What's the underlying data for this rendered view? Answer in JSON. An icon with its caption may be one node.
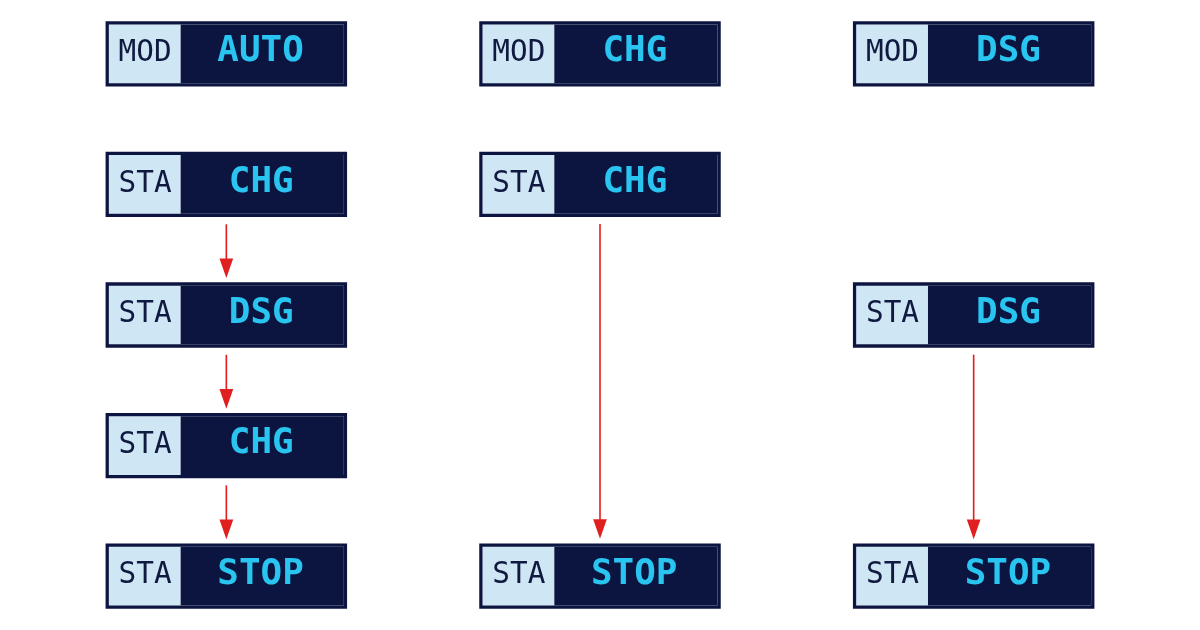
{
  "diagram": {
    "nodes": [
      {
        "text": [
          "MOD",
          "AUTO"
        ]
      },
      {
        "text": [
          "MOD",
          "CHG"
        ]
      },
      {
        "text": [
          "MOD",
          "DSG"
        ]
      },
      {
        "text": [
          "STA",
          "CHG"
        ]
      },
      {
        "text": [
          "STA",
          "DSG"
        ]
      },
      {
        "text": [
          "STA",
          "CHG"
        ]
      },
      {
        "text": [
          "STA",
          "STOP"
        ]
      },
      {
        "text": [
          "STA",
          "CHG"
        ]
      },
      {
        "text": [
          "STA",
          "STOP"
        ]
      },
      {
        "text": [
          "STA",
          "DSG"
        ]
      },
      {
        "text": [
          "STA",
          "STOP"
        ]
      }
    ],
    "edges": [
      {
        "from": 3,
        "to": 4,
        "arrow": "to"
      },
      {
        "from": 4,
        "to": 5,
        "arrow": "to"
      },
      {
        "from": 5,
        "to": 6,
        "arrow": "to"
      },
      {
        "from": 7,
        "to": 8,
        "arrow": "to"
      },
      {
        "from": 9,
        "to": 10,
        "arrow": "to"
      }
    ]
  }
}
